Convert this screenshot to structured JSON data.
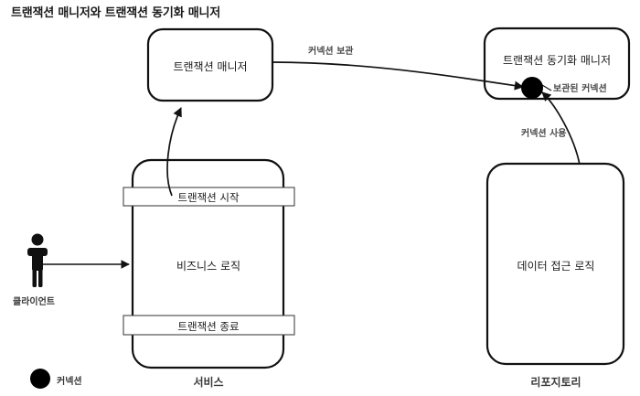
{
  "title": "트랜잭션 매니저와 트랜잭션 동기화 매니저",
  "nodes": {
    "transaction_manager": "트랜잭션 매니저",
    "sync_manager": "트랜잭션 동기화 매니저",
    "business_logic": "비즈니스 로직",
    "data_access_logic": "데이터 접근 로직",
    "tx_begin": "트랜잭션 시작",
    "tx_end": "트랜잭션 종료"
  },
  "captions": {
    "service": "서비스",
    "repository": "리포지토리",
    "client": "클라이언트"
  },
  "edges": {
    "store_connection": "커넥션 보관",
    "stored_connection": "보관된 커넥션",
    "use_connection": "커넥션 사용"
  },
  "legend": {
    "connection": "커넥션"
  },
  "colors": {
    "stroke": "#1a1a1a",
    "text": "#1a1a1a",
    "muted_text": "#4a4a4a",
    "background": "#ffffff",
    "node_dot": "#000000"
  }
}
